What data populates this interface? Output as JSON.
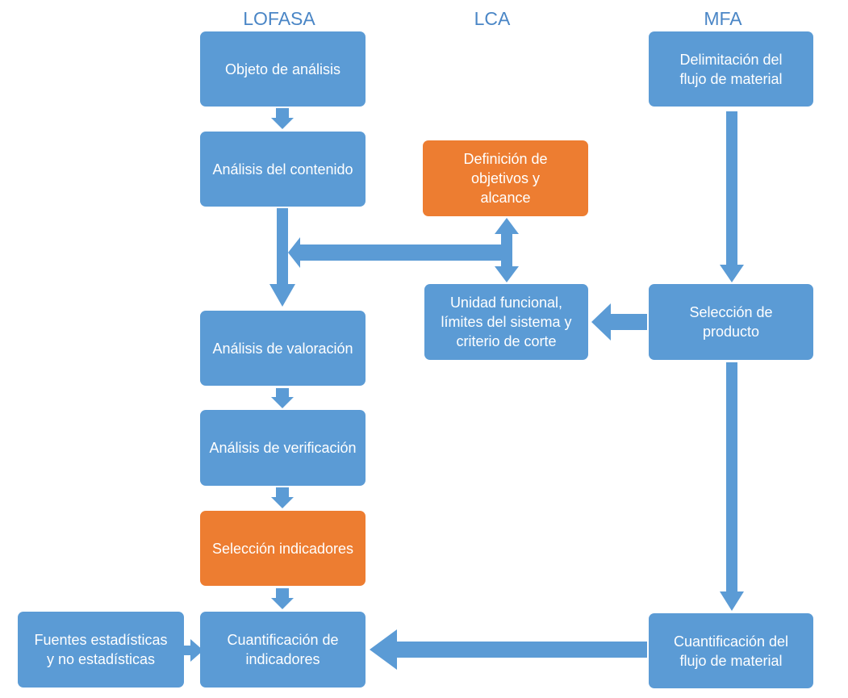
{
  "headers": {
    "lofasa": "LOFASA",
    "lca": "LCA",
    "mfa": "MFA"
  },
  "boxes": {
    "objeto": "Objeto de análisis",
    "contenido": "Análisis del contenido",
    "valoracion": "Análisis de valoración",
    "verificacion": "Análisis de verificación",
    "seleccion_indicadores": "Selección indicadores",
    "cuantificacion_indicadores": "Cuantificación de\nindicadores",
    "fuentes": "Fuentes estadísticas\ny no estadísticas",
    "definicion": "Definición de\nobjetivos y\nalcance",
    "unidad_funcional": "Unidad funcional,\nlímites del sistema y\ncriterio de corte",
    "delimitacion": "Delimitación del\nflujo de material",
    "seleccion_producto": "Selección de\nproducto",
    "cuantificacion_flujo": "Cuantificación del\nflujo de material"
  },
  "colors": {
    "box_blue": "#5b9bd5",
    "box_orange": "#ed7d31",
    "arrow": "#5b9bd5",
    "header_text": "#4a86c6"
  }
}
